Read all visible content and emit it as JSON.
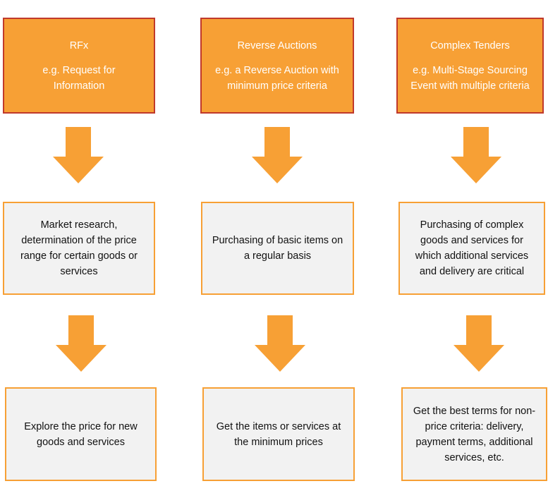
{
  "columns": [
    {
      "title": "RFx",
      "example": "e.g. Request for Information",
      "use_case": "Market research, determination of the price range for certain goods or services",
      "goal": "Explore the price for new goods and services"
    },
    {
      "title": "Reverse Auctions",
      "example": "e.g. a Reverse Auction with minimum price criteria",
      "use_case": "Purchasing of basic items on a regular basis",
      "goal": "Get the items or services at the minimum prices"
    },
    {
      "title": "Complex Tenders",
      "example": "e.g. Multi-Stage Sourcing Event with multiple criteria",
      "use_case": "Purchasing of complex goods and services for which additional services and delivery are critical",
      "goal": "Get the best terms for non-price criteria: delivery, payment terms, additional services, etc."
    }
  ],
  "colors": {
    "header_fill": "#f7a035",
    "header_border": "#c0392b",
    "box_fill": "#f2f2f2",
    "box_border": "#f7a035",
    "arrow": "#f7a035"
  }
}
